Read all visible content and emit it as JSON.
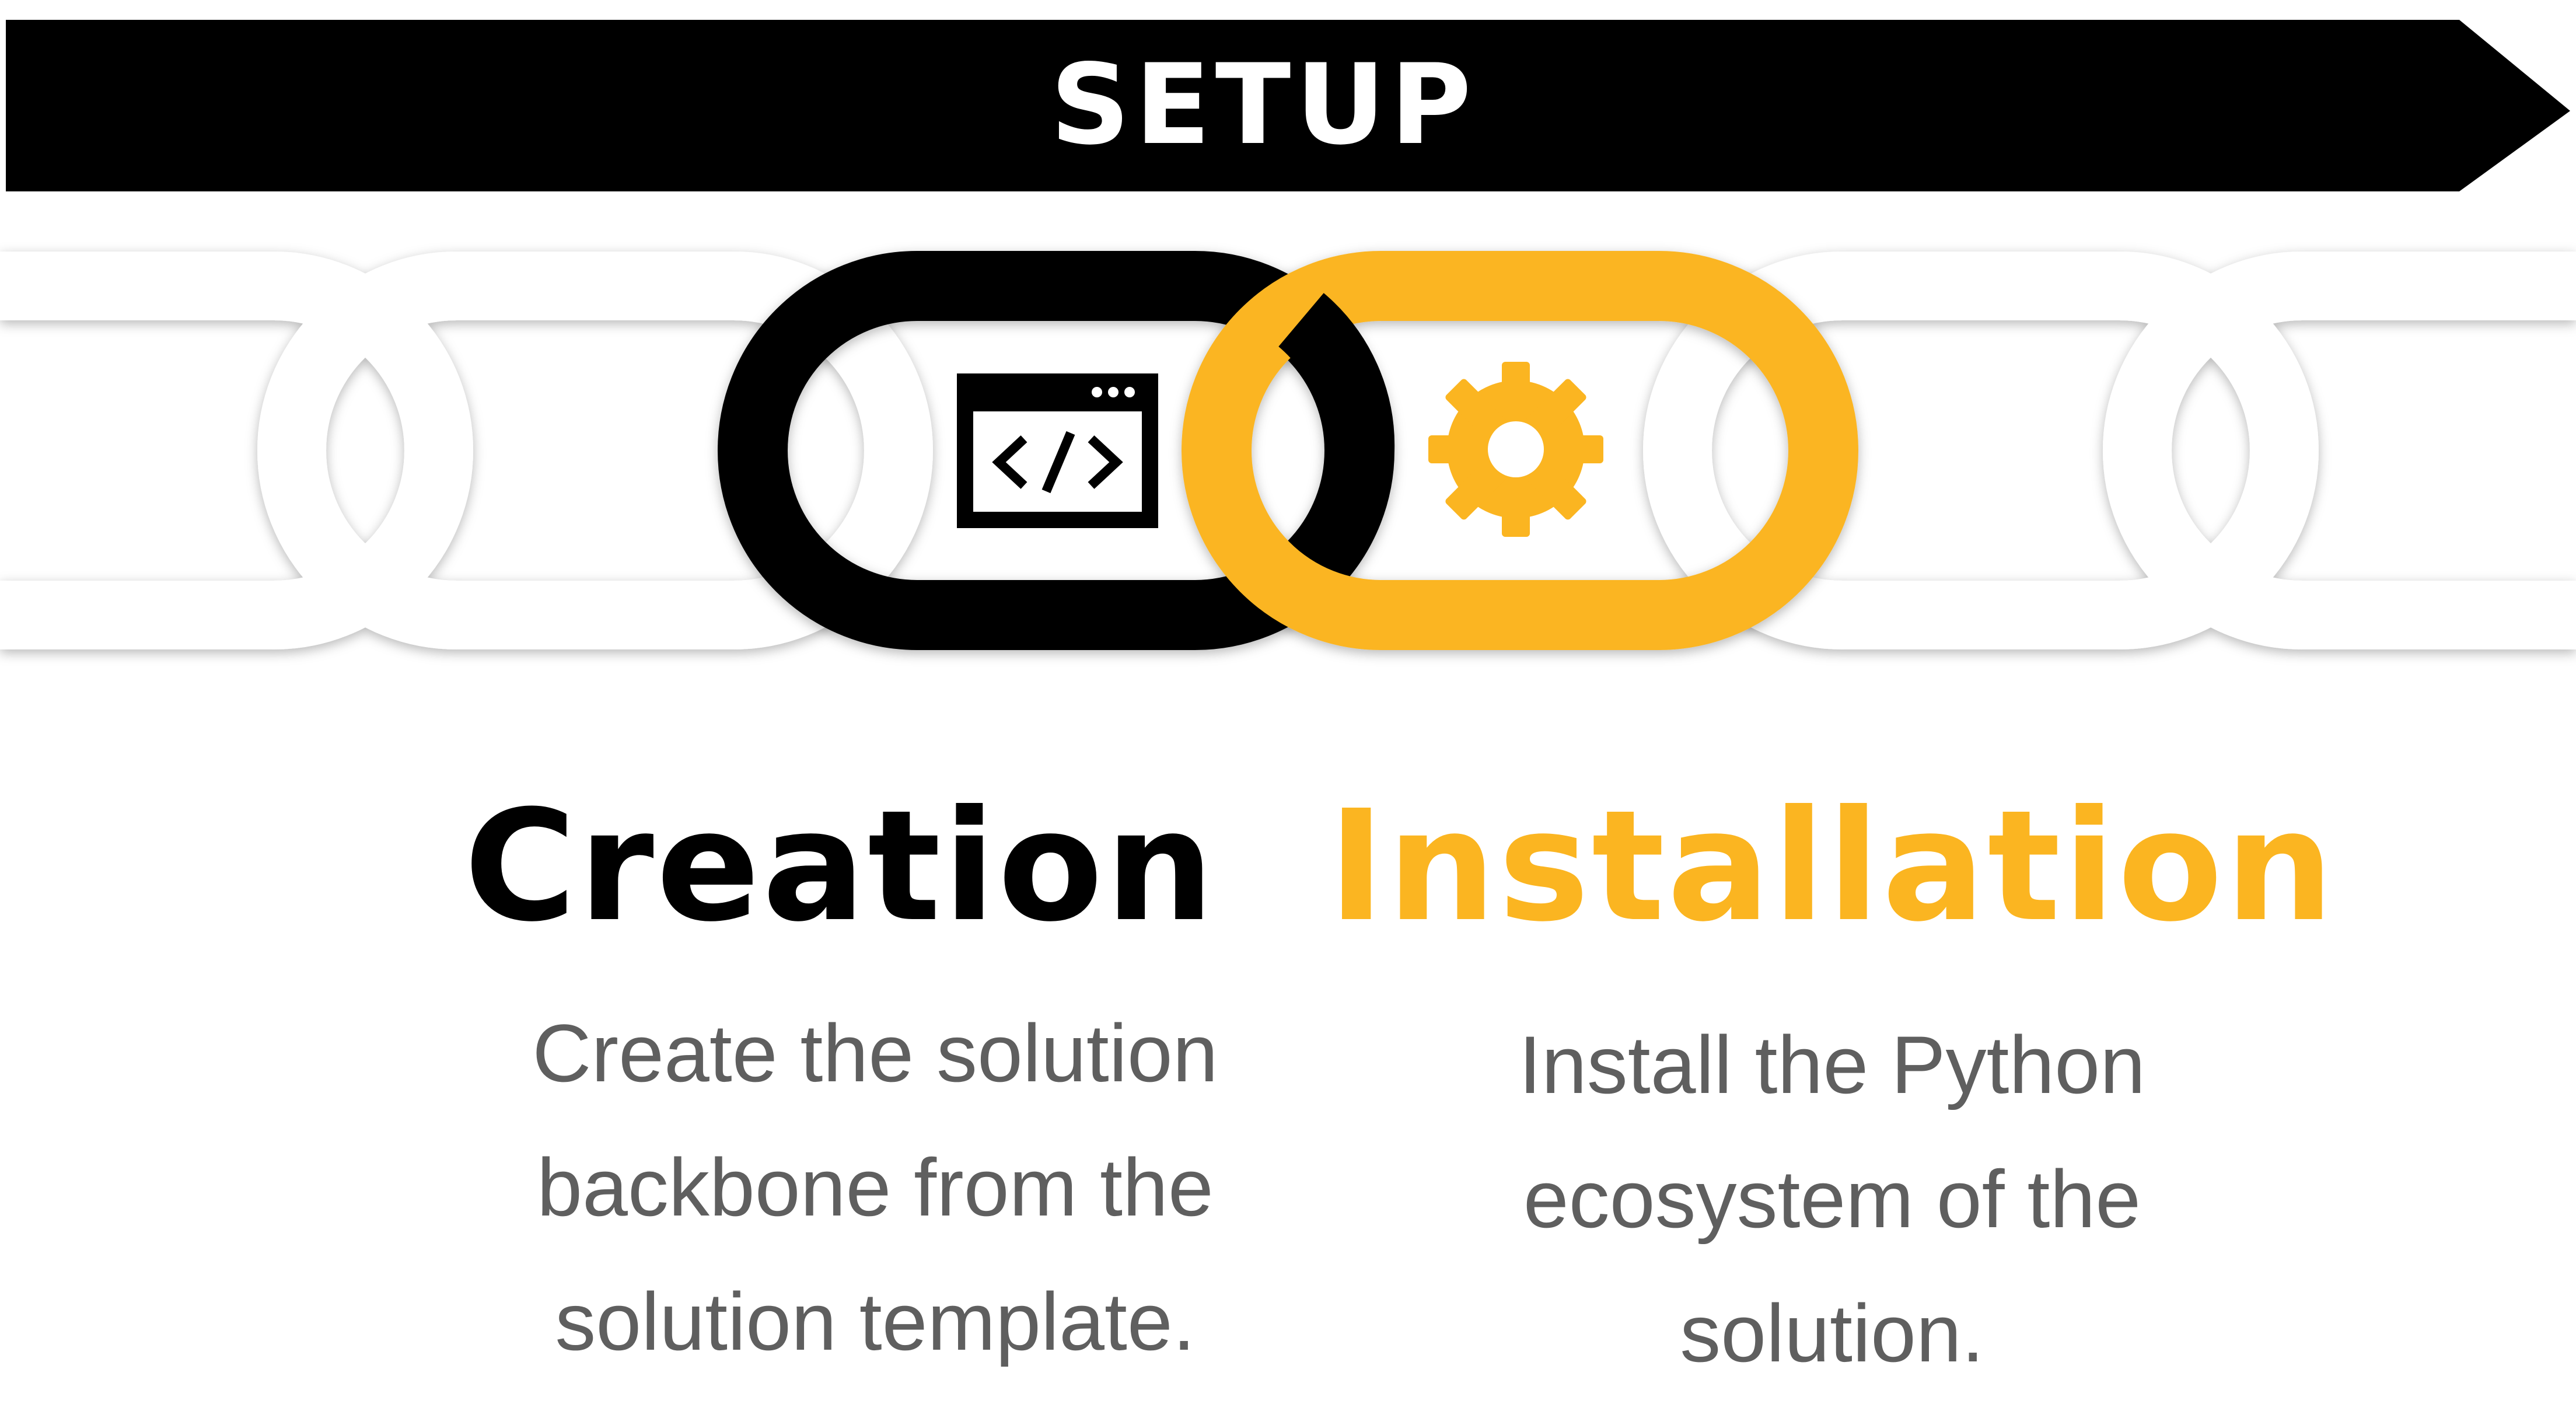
{
  "banner": {
    "label": "SETUP"
  },
  "colors": {
    "banner": "#000000",
    "creation_accent": "#000000",
    "installation_accent": "#fbb521",
    "body_text": "#5f5f5f",
    "faded_links": "#ffffff"
  },
  "icons": {
    "creation": "code-window-icon",
    "installation": "gear-icon"
  },
  "steps": {
    "creation": {
      "title": "Creation",
      "lines": [
        "Create the solution",
        "backbone from the",
        "solution template."
      ]
    },
    "installation": {
      "title": "Installation",
      "lines": [
        "Install the Python",
        "ecosystem of the",
        "solution."
      ]
    }
  }
}
